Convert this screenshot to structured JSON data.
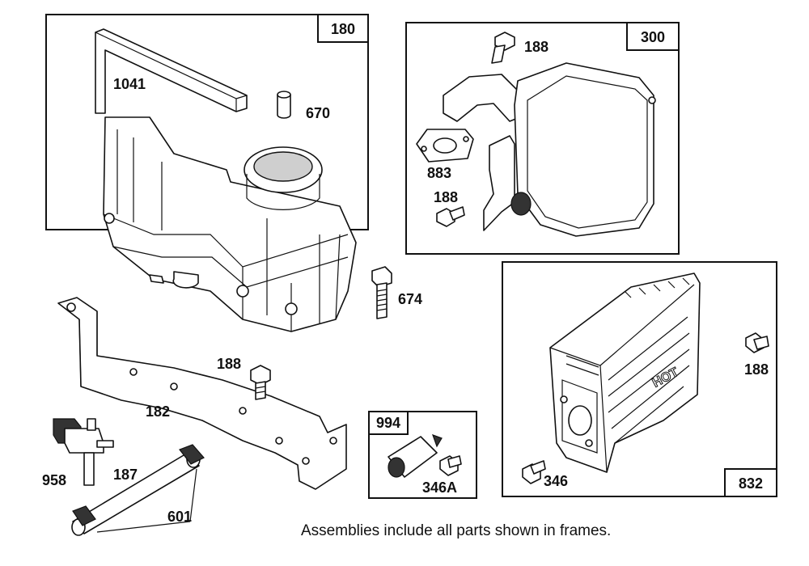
{
  "frames": {
    "tank_assembly": "180",
    "muffler_assembly": "300",
    "guard_assembly": "832",
    "fitting_assembly": "994"
  },
  "labels": {
    "p1041": "1041",
    "p670": "670",
    "p188_top": "188",
    "p883": "883",
    "p188_mid": "188",
    "p674": "674",
    "p188_bracket": "188",
    "p182": "182",
    "p188_right": "188",
    "p958": "958",
    "p187": "187",
    "p601": "601",
    "p346A": "346A",
    "p346": "346"
  },
  "guard_text": "HOT",
  "footer_note": "Assemblies include all parts shown in frames."
}
